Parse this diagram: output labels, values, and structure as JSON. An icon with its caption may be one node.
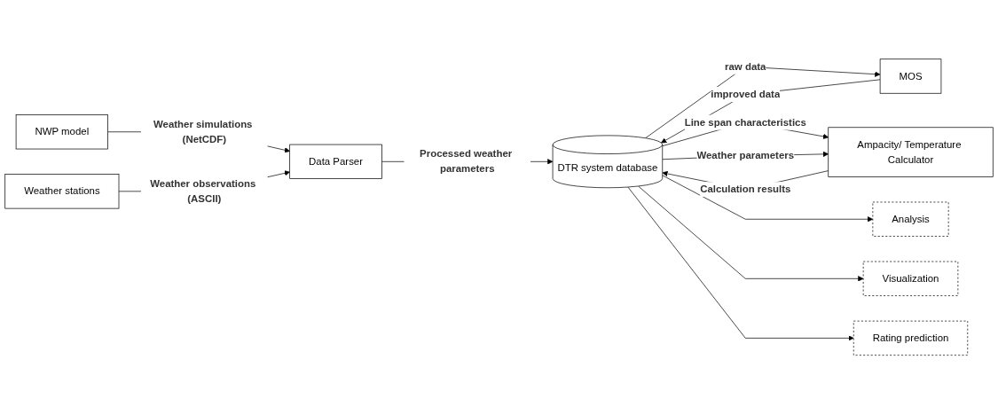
{
  "diagram": {
    "nodes": [
      {
        "text": [
          "NWP model"
        ]
      },
      {
        "text": [
          "Weather stations"
        ]
      },
      {
        "text": [
          "Data Parser"
        ]
      },
      {
        "text": [
          "MOS"
        ]
      },
      {
        "text": [
          "DTR system database"
        ]
      },
      {
        "text": [
          "Ampacity/ Temperature Calculator"
        ]
      },
      {
        "text": [
          "Analysis"
        ]
      },
      {
        "text": [
          "Visualization"
        ]
      },
      {
        "text": [
          "Rating prediction"
        ]
      }
    ],
    "edges": [
      {
        "from": 0,
        "to": 2,
        "arrow": "to",
        "label": "Weather simulations (NetCDF)"
      },
      {
        "from": 1,
        "to": 2,
        "arrow": "to",
        "label": "Weather observations (ASCII)"
      },
      {
        "from": 2,
        "to": 4,
        "arrow": "to",
        "label": "Processed weather parameters"
      },
      {
        "from": 4,
        "to": 3,
        "arrow": "to",
        "label": "raw data"
      },
      {
        "from": 3,
        "to": 4,
        "arrow": "to",
        "label": "improved data"
      },
      {
        "from": 5,
        "to": 4,
        "arrow": "to",
        "label": "Calculation results"
      },
      {
        "from": 4,
        "to": 5,
        "arrow": "to",
        "label": "Line span characteristics"
      },
      {
        "from": 4,
        "to": 5,
        "arrow": "to",
        "label": "Weather parameters"
      },
      {
        "from": 4,
        "to": 6,
        "arrow": "to"
      },
      {
        "from": 4,
        "to": 7,
        "arrow": "to"
      },
      {
        "from": 4,
        "to": 8,
        "arrow": "to"
      }
    ]
  }
}
